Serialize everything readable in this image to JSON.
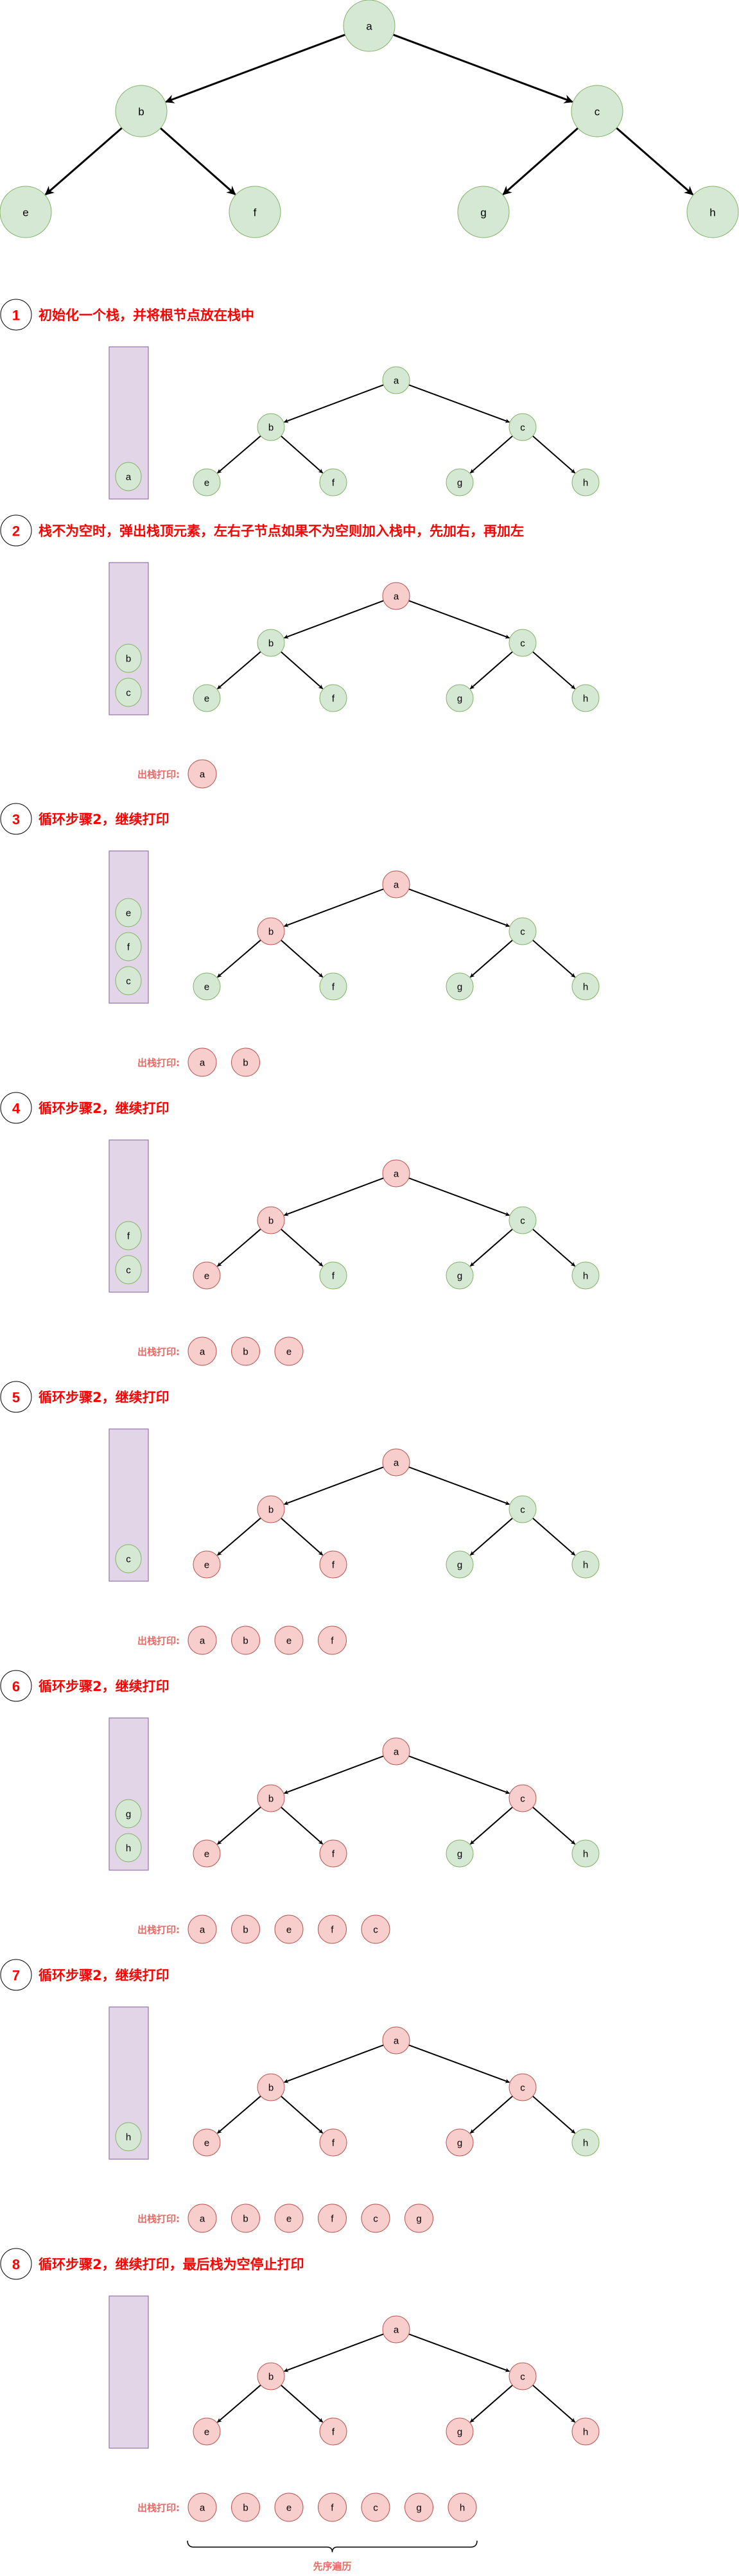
{
  "colors": {
    "unvisited_fill": "#d5e8d4",
    "unvisited_stroke": "#82b366",
    "visited_fill": "#f8cecc",
    "visited_stroke": "#b85450",
    "stack_fill": "#e1d5e7",
    "stack_stroke": "#9673a6",
    "title_color": "#ff0000",
    "output_label_color": "#ea6b66",
    "edge_color": "#000000"
  },
  "tree": {
    "nodes": [
      "a",
      "b",
      "c",
      "e",
      "f",
      "g",
      "h"
    ],
    "edges": [
      [
        "a",
        "b"
      ],
      [
        "a",
        "c"
      ],
      [
        "b",
        "e"
      ],
      [
        "b",
        "f"
      ],
      [
        "c",
        "g"
      ],
      [
        "c",
        "h"
      ]
    ]
  },
  "output_label": "出栈打印:",
  "summary_label": "先序遍历",
  "steps": [
    {
      "number": "1",
      "title": "初始化一个栈，并将根节点放在栈中",
      "stack": [
        "a"
      ],
      "visited": [],
      "output": null
    },
    {
      "number": "2",
      "title": "栈不为空时，弹出栈顶元素，左右子节点如果不为空则加入栈中，先加右，再加左",
      "stack": [
        "b",
        "c"
      ],
      "visited": [
        "a"
      ],
      "output": [
        "a"
      ]
    },
    {
      "number": "3",
      "title": "循环步骤2，继续打印",
      "stack": [
        "e",
        "f",
        "c"
      ],
      "visited": [
        "a",
        "b"
      ],
      "output": [
        "a",
        "b"
      ]
    },
    {
      "number": "4",
      "title": "循环步骤2，继续打印",
      "stack": [
        "f",
        "c"
      ],
      "visited": [
        "a",
        "b",
        "e"
      ],
      "output": [
        "a",
        "b",
        "e"
      ]
    },
    {
      "number": "5",
      "title": "循环步骤2，继续打印",
      "stack": [
        "c"
      ],
      "visited": [
        "a",
        "b",
        "e",
        "f"
      ],
      "output": [
        "a",
        "b",
        "e",
        "f"
      ]
    },
    {
      "number": "6",
      "title": "循环步骤2，继续打印",
      "stack": [
        "g",
        "h"
      ],
      "visited": [
        "a",
        "b",
        "e",
        "f",
        "c"
      ],
      "output": [
        "a",
        "b",
        "e",
        "f",
        "c"
      ]
    },
    {
      "number": "7",
      "title": "循环步骤2，继续打印",
      "stack": [
        "h"
      ],
      "visited": [
        "a",
        "b",
        "e",
        "f",
        "c",
        "g"
      ],
      "output": [
        "a",
        "b",
        "e",
        "f",
        "c",
        "g"
      ]
    },
    {
      "number": "8",
      "title": "循环步骤2，继续打印，最后栈为空停止打印",
      "stack": [],
      "visited": [
        "a",
        "b",
        "e",
        "f",
        "c",
        "g",
        "h"
      ],
      "output": [
        "a",
        "b",
        "e",
        "f",
        "c",
        "g",
        "h"
      ]
    }
  ]
}
